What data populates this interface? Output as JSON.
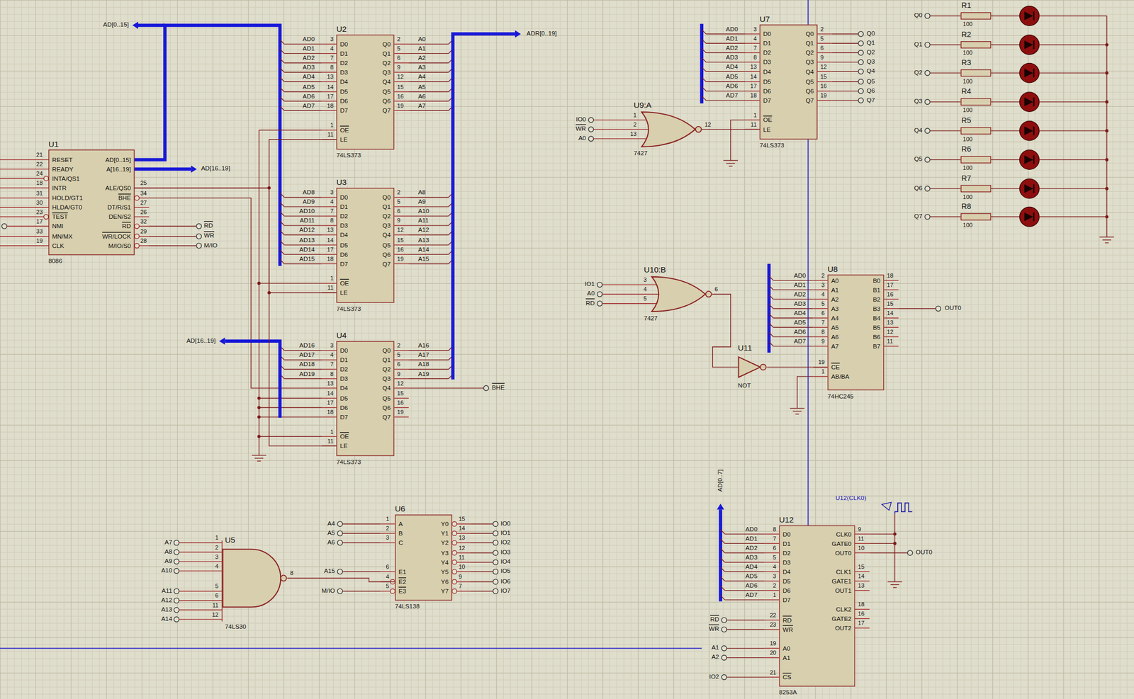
{
  "diagram": {
    "nodes": [
      {
        "text": [
          "U1",
          "RESET",
          "READY",
          "INTA/QS1",
          "INTR",
          "HOLD/GT1",
          "HLDA/GT0",
          "TEST",
          "NMI",
          "MN/MX",
          "CLK",
          "AD[0..15]",
          "A[16..19]",
          "ALE/QS0",
          "BHE",
          "DT/R/S1",
          "DEN/S2",
          "RD",
          "WR/LOCK",
          "M/IO/S0",
          "8086"
        ]
      },
      {
        "text": [
          "U2",
          "D0",
          "D1",
          "D2",
          "D3",
          "D4",
          "D5",
          "D6",
          "D7",
          "OE",
          "LE",
          "Q0",
          "Q1",
          "Q2",
          "Q3",
          "Q4",
          "Q5",
          "Q6",
          "Q7",
          "74LS373"
        ]
      },
      {
        "text": [
          "U3",
          "D0",
          "D1",
          "D2",
          "D3",
          "D4",
          "D5",
          "D6",
          "D7",
          "OE",
          "LE",
          "Q0",
          "Q1",
          "Q2",
          "Q3",
          "Q4",
          "Q5",
          "Q6",
          "Q7",
          "74LS373"
        ]
      },
      {
        "text": [
          "U4",
          "D0",
          "D1",
          "D2",
          "D3",
          "D4",
          "D5",
          "D6",
          "D7",
          "OE",
          "LE",
          "Q0",
          "Q1",
          "Q2",
          "Q3",
          "Q4",
          "Q5",
          "Q6",
          "Q7",
          "74LS373"
        ]
      },
      {
        "text": [
          "U5",
          "74LS30"
        ]
      },
      {
        "text": [
          "U6",
          "A",
          "B",
          "C",
          "E1",
          "E2",
          "E3",
          "Y0",
          "Y1",
          "Y2",
          "Y3",
          "Y4",
          "Y5",
          "Y6",
          "Y7",
          "74LS138"
        ]
      },
      {
        "text": [
          "U7",
          "D0",
          "D1",
          "D2",
          "D3",
          "D4",
          "D5",
          "D6",
          "D7",
          "OE",
          "LE",
          "Q0",
          "Q1",
          "Q2",
          "Q3",
          "Q4",
          "Q5",
          "Q6",
          "Q7",
          "74LS373"
        ]
      },
      {
        "text": [
          "U9:A",
          "7427"
        ]
      },
      {
        "text": [
          "U10:B",
          "7427"
        ]
      },
      {
        "text": [
          "U11",
          "NOT"
        ]
      },
      {
        "text": [
          "U8",
          "A0",
          "A1",
          "A2",
          "A3",
          "A4",
          "A5",
          "A6",
          "A7",
          "CE",
          "AB/BA",
          "B0",
          "B1",
          "B2",
          "B3",
          "B4",
          "B5",
          "B6",
          "B7",
          "74HC245"
        ]
      },
      {
        "text": [
          "U12",
          "D0",
          "D1",
          "D2",
          "D3",
          "D4",
          "D5",
          "D6",
          "D7",
          "RD",
          "WR",
          "A0",
          "A1",
          "CS",
          "CLK0",
          "GATE0",
          "OUT0",
          "CLK1",
          "GATE1",
          "OUT1",
          "CLK2",
          "GATE2",
          "OUT2",
          "8253A"
        ]
      },
      {
        "text": [
          "R1",
          "100"
        ]
      },
      {
        "text": [
          "R2",
          "100"
        ]
      },
      {
        "text": [
          "R3",
          "100"
        ]
      },
      {
        "text": [
          "R4",
          "100"
        ]
      },
      {
        "text": [
          "R5",
          "100"
        ]
      },
      {
        "text": [
          "R6",
          "100"
        ]
      },
      {
        "text": [
          "R7",
          "100"
        ]
      },
      {
        "text": [
          "R8",
          "100"
        ]
      }
    ],
    "edges": [
      {
        "from": 0,
        "to": 1,
        "arrow": "none"
      },
      {
        "from": 0,
        "to": 2,
        "arrow": "none"
      },
      {
        "from": 0,
        "to": 3,
        "arrow": "none"
      },
      {
        "from": 4,
        "to": 5,
        "arrow": "none"
      },
      {
        "from": 7,
        "to": 6,
        "arrow": "none"
      },
      {
        "from": 8,
        "to": 9,
        "arrow": "none"
      },
      {
        "from": 9,
        "to": 10,
        "arrow": "none"
      }
    ],
    "labels": [
      "21",
      "22",
      "24",
      "18",
      "31",
      "30",
      "23",
      "17",
      "33",
      "19",
      "25",
      "34",
      "27",
      "26",
      "32",
      "29",
      "28",
      "RD",
      "WR",
      "M/IO",
      "AD[16..19]",
      "AD[0..15]",
      "3",
      "4",
      "7",
      "8",
      "13",
      "14",
      "17",
      "18",
      "1",
      "11",
      "2",
      "5",
      "6",
      "9",
      "12",
      "15",
      "16",
      "19",
      "AD0",
      "AD1",
      "AD2",
      "AD3",
      "AD4",
      "AD5",
      "AD6",
      "AD7",
      "A0",
      "A1",
      "A2",
      "A3",
      "A4",
      "A5",
      "A6",
      "A7",
      "3",
      "4",
      "7",
      "8",
      "13",
      "14",
      "17",
      "18",
      "1",
      "11",
      "2",
      "5",
      "6",
      "9",
      "12",
      "15",
      "16",
      "19",
      "AD8",
      "AD9",
      "AD10",
      "AD11",
      "AD12",
      "AD13",
      "AD14",
      "AD15",
      "A8",
      "A9",
      "A10",
      "A11",
      "A12",
      "A13",
      "A14",
      "A15",
      "3",
      "4",
      "7",
      "8",
      "13",
      "14",
      "17",
      "18",
      "1",
      "11",
      "2",
      "5",
      "6",
      "9",
      "12",
      "15",
      "16",
      "19",
      "AD16",
      "AD17",
      "AD18",
      "AD19",
      "A16",
      "A17",
      "A18",
      "A19",
      "BHE",
      "AD[16..19]",
      "ADR[0..19]",
      "1",
      "2",
      "3",
      "4",
      "5",
      "6",
      "11",
      "12",
      "8",
      "A7",
      "A8",
      "A9",
      "A10",
      "A11",
      "A12",
      "A13",
      "A14",
      "1",
      "2",
      "3",
      "6",
      "4",
      "5",
      "15",
      "14",
      "13",
      "12",
      "11",
      "10",
      "9",
      "7",
      "A4",
      "A5",
      "A6",
      "A15",
      "M/IO",
      "IO0",
      "IO1",
      "IO2",
      "IO3",
      "IO4",
      "IO5",
      "IO6",
      "IO7",
      "3",
      "4",
      "7",
      "8",
      "13",
      "14",
      "17",
      "18",
      "1",
      "11",
      "2",
      "5",
      "6",
      "9",
      "12",
      "15",
      "16",
      "19",
      "AD0",
      "AD1",
      "AD2",
      "AD3",
      "AD4",
      "AD5",
      "AD6",
      "AD7",
      "Q0",
      "Q1",
      "Q2",
      "Q3",
      "Q4",
      "Q5",
      "Q6",
      "Q7",
      "1",
      "2",
      "13",
      "12",
      "IO0",
      "WR",
      "A0",
      "3",
      "4",
      "5",
      "6",
      "IO1",
      "A0",
      "RD",
      "2",
      "3",
      "4",
      "5",
      "6",
      "7",
      "8",
      "9",
      "19",
      "1",
      "18",
      "17",
      "16",
      "15",
      "14",
      "13",
      "12",
      "11",
      "AD0",
      "AD1",
      "AD2",
      "AD3",
      "AD4",
      "AD5",
      "AD6",
      "AD7",
      "OUT0",
      "8",
      "7",
      "6",
      "5",
      "4",
      "3",
      "2",
      "1",
      "22",
      "23",
      "19",
      "20",
      "21",
      "9",
      "11",
      "10",
      "15",
      "14",
      "13",
      "18",
      "16",
      "17",
      "AD0",
      "AD1",
      "AD2",
      "AD3",
      "AD4",
      "AD5",
      "AD6",
      "AD7",
      "RD",
      "WR",
      "A1",
      "A2",
      "IO2",
      "AD[0..7]",
      "U12(CLK0)",
      "OUT0",
      "Q0",
      "Q1",
      "Q2",
      "Q3",
      "Q4",
      "Q5",
      "Q6",
      "Q7"
    ]
  }
}
